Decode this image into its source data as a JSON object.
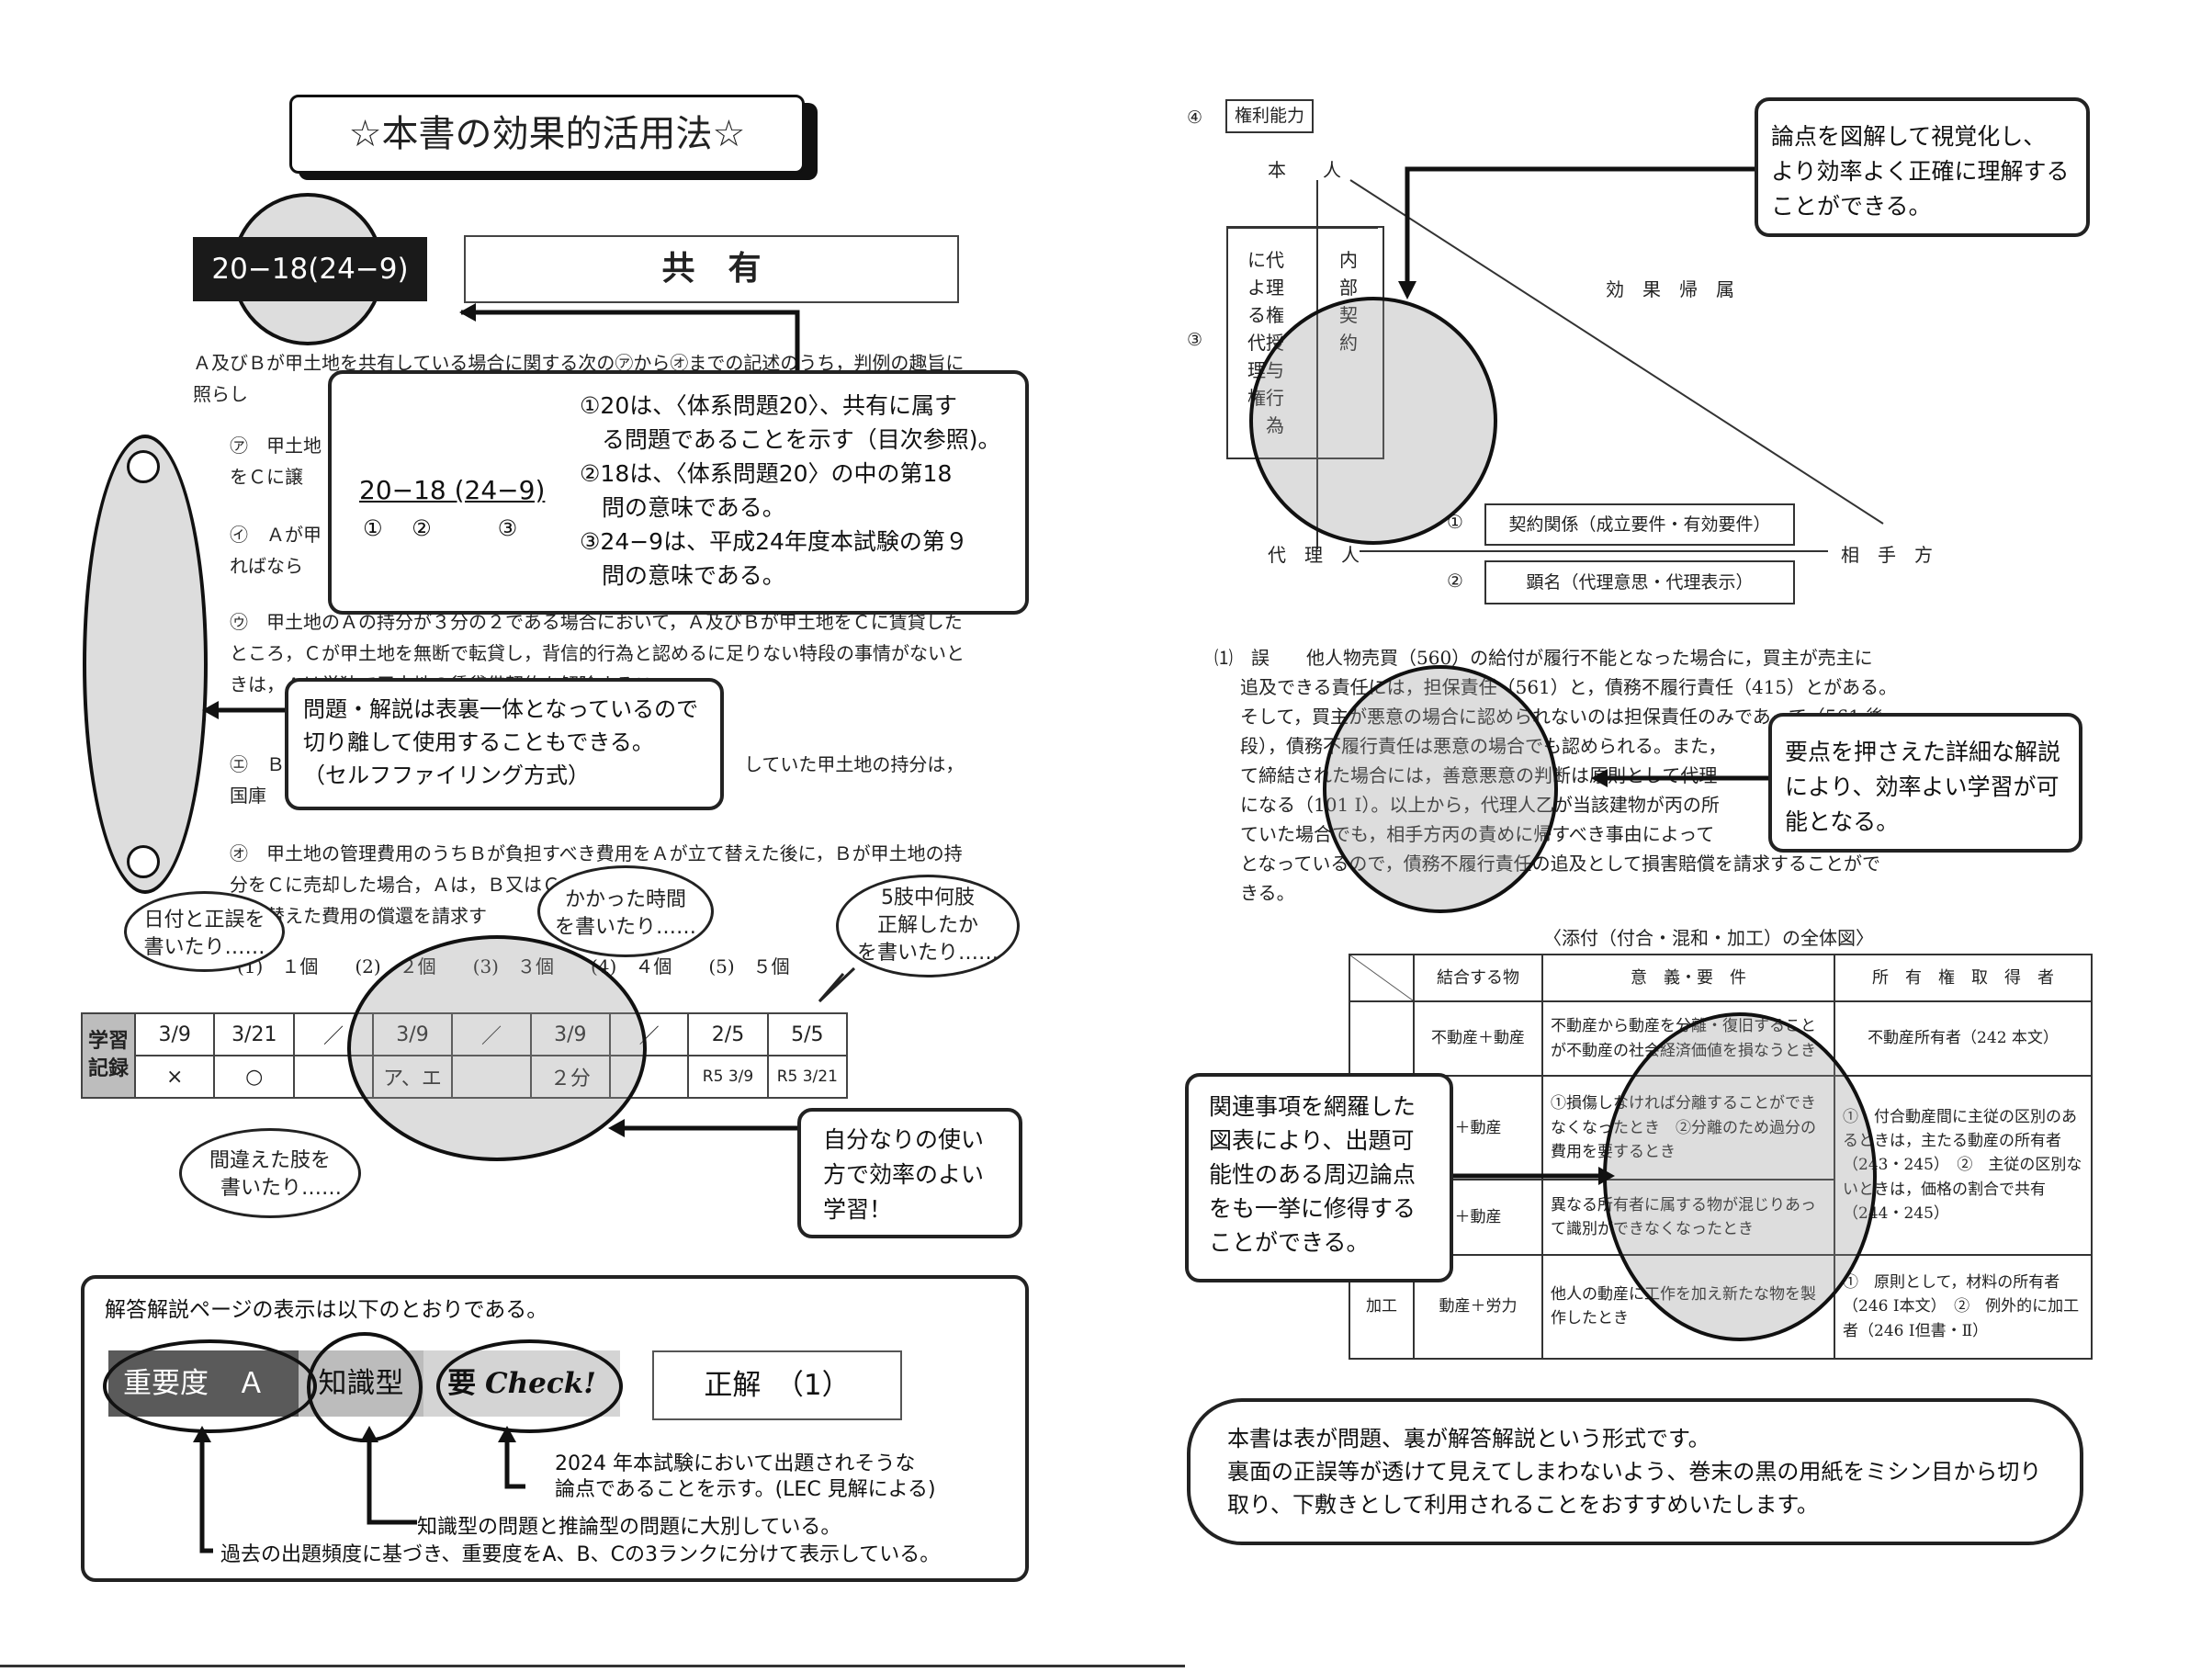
{
  "title": "☆本書の効果的活用法☆",
  "problem_number": "20−18(24−9)",
  "problem_title": "共　有",
  "question_intro": "Ａ及びＢが甲土地を共有している場合に関する次の㋐から㋔までの記述のうち，判例の趣旨に照らし",
  "options": [
    {
      "label": "㋐",
      "text": "甲土地",
      "text2": "をＣに譲"
    },
    {
      "label": "㋑",
      "text": "Ａが甲",
      "text2": "ればなら"
    },
    {
      "label": "㋒",
      "text": "甲土地のＡの持分が３分の２である場合において，Ａ及びＢが甲土地をＣに賃貸したところ，Ｃが甲土地を無断で転貸し，背信的行為と認めるに足りない特段の事情がないときは，Ａは単独で甲土地の賃貸借契約を解除するこ"
    },
    {
      "label": "㋓",
      "text": "Ｂ",
      "text2": "していた甲土地の持分は，",
      "text3": "国庫"
    },
    {
      "label": "㋔",
      "text": "甲土地の管理費用のうちＢが負担すべき費用をＡが立て替えた後に，Ｂが甲土地の持分をＣに売却した場合，Ａは，Ｂ又はＣのいずれに対し",
      "text2": "立て替えた費用の償還を請求す"
    }
  ],
  "answer_choices": "(1)　１個　　(2)　２個　　(3)　３個　　(4)　４個　　(5)　５個",
  "callout_numbering": {
    "code": "20−18 (24−9)",
    "marks": "①　 ②　　　③",
    "lines": [
      "①20は、〈体系問題20〉、共有に属す",
      "る問題であることを示す（目次参照)。",
      "②18は、〈体系問題20〉の中の第18",
      "問の意味である。",
      "③24−9は、平成24年度本試験の第９",
      "問の意味である。"
    ]
  },
  "callout_separable": [
    "問題・解説は表裏一体となっているので",
    "切り離して使用することもできる。",
    "（セルフファイリング方式）"
  ],
  "bubbles": {
    "date": [
      "日付と正誤を",
      "書いたり……"
    ],
    "time": [
      "かかった時間",
      "を書いたり……"
    ],
    "which": [
      "5肢中何肢",
      "正解したか",
      "を書いたり……"
    ],
    "wrong": [
      "間違えた肢を",
      "書いたり……"
    ]
  },
  "study_record": {
    "label_top": "学習",
    "label_bottom": "記録",
    "row1": [
      "3/9",
      "3/21",
      "／",
      "3/9",
      "／",
      "3/9",
      "／",
      "2/5",
      "5/5"
    ],
    "row2": [
      "×",
      "○",
      "",
      "ア、エ",
      "",
      "２分",
      "",
      "R5 3/9",
      "R5 3/21"
    ]
  },
  "callout_efficient": [
    "自分なりの使い",
    "方で効率のよい",
    "学習！"
  ],
  "answer_page": {
    "heading": "解答解説ページの表示は以下のとおりである。",
    "importance": "重要度　Ａ",
    "type": "知識型",
    "check_prefix": "要",
    "check": "Check!",
    "answer": "正解　（1）",
    "note_check": [
      "2024 年本試験において出題されそうな",
      "論点であることを示す。(LEC 見解による)"
    ],
    "note_type": "知識型の問題と推論型の問題に大別している。",
    "note_importance": "過去の出題頻度に基づき、重要度をA、B、Cの3ランクに分けて表示している。"
  },
  "diagram": {
    "section_num": "④",
    "section_label": "権利能力",
    "principal": "本　　人",
    "effect": "効　果　帰　属",
    "circle3": "③",
    "col1": [
      "に代",
      "よ理",
      "る権",
      "代授",
      "理与",
      "権行",
      "　為"
    ],
    "col2": [
      "内",
      "部",
      "契",
      "約"
    ],
    "agent": "代　理　人",
    "counterparty": "相　手　方",
    "circle1": "①",
    "item1": "契約関係（成立要件・有効要件）",
    "circle2": "②",
    "item2": "顕名（代理意思・代理表示）"
  },
  "callout_diagram": [
    "論点を図解して視覚化し、",
    "より効率よく正確に理解する",
    "ことができる。"
  ],
  "explanation": {
    "lead": "⑴　誤",
    "lines": [
      "他人物売買（560）の給付が履行不能となった場合に，買主が売主に",
      "追及できる責任には，担保責任（561）と，債務不履行責任（415）とがある。",
      "そして，買主が悪意の場合に認められないのは担保責任のみであって（561 後",
      "段），債務不履行責任は悪意の場合でも認められる。また，",
      "て締結された場合には，善意悪意の判断は原則として代理",
      "になる（101 Ⅰ）。以上から，代理人乙が当該建物が丙の所",
      "ていた場合でも，相手方丙の責めに帰すべき事由によって",
      "となっているので，債務不履行責任の追及として損害賠償を請求することがで",
      "きる。"
    ]
  },
  "callout_explain": [
    "要点を押さえた詳細な解説",
    "により、効率よい学習が可",
    "能となる。"
  ],
  "attach_table": {
    "caption": "〈添付（付合・混和・加工）の全体図〉",
    "headers": [
      "",
      "結合する物",
      "意　義・要　件",
      "所　有　権　取　得　者"
    ],
    "rows": [
      [
        "",
        "不動産＋動産",
        "不動産から動産を分離・復旧することが不動産の社会経済価値を損なうとき",
        "不動産所有者（242 本文）"
      ],
      [
        "",
        "＋動産",
        "①損傷しなければ分離することができなくなったとき　②分離のため過分の費用を要するとき",
        "①　付合動産間に主従の区別のあるときは，主たる動産の所有者（243・245）　②　主従の区別ないときは，価格の割合で共有（244・245）"
      ],
      [
        "",
        "＋動産",
        "異なる所有者に属する物が混じりあって識別ができなくなったとき",
        ""
      ],
      [
        "加工",
        "動産＋労力",
        "他人の動産に工作を加え新たな物を製作したとき",
        "①　原則として，材料の所有者（246 Ⅰ本文）　②　例外的に加工者（246 Ⅰ但書・Ⅱ）"
      ]
    ]
  },
  "callout_table": [
    "関連事項を網羅した",
    "図表により、出題可",
    "能性のある周辺論点",
    "をも一挙に修得する",
    "ことができる。"
  ],
  "footer_note": {
    "line1": "本書は表が問題、裏が解答解説という形式です。",
    "line2": "裏面の正誤等が透けて見えてしまわないよう、巻末の黒の用紙をミシン目から切り",
    "line3": "取り、下敷きとして利用されることをおすすめいたします。"
  }
}
